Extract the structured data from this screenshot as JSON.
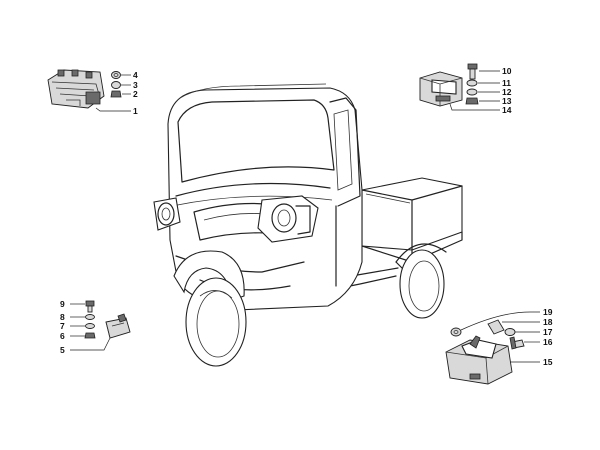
{
  "diagram": {
    "subject": "three-wheeler-vehicle-exploded-parts",
    "groups": [
      {
        "id": "top-left",
        "parts": [
          {
            "number": "4",
            "label": "4"
          },
          {
            "number": "3",
            "label": "3"
          },
          {
            "number": "2",
            "label": "2"
          },
          {
            "number": "1",
            "label": "1"
          }
        ]
      },
      {
        "id": "top-right",
        "parts": [
          {
            "number": "10",
            "label": "10"
          },
          {
            "number": "11",
            "label": "11"
          },
          {
            "number": "12",
            "label": "12"
          },
          {
            "number": "13",
            "label": "13"
          },
          {
            "number": "14",
            "label": "14"
          }
        ]
      },
      {
        "id": "bottom-left",
        "parts": [
          {
            "number": "9",
            "label": "9"
          },
          {
            "number": "8",
            "label": "8"
          },
          {
            "number": "7",
            "label": "7"
          },
          {
            "number": "6",
            "label": "6"
          },
          {
            "number": "5",
            "label": "5"
          }
        ]
      },
      {
        "id": "bottom-right",
        "parts": [
          {
            "number": "19",
            "label": "19"
          },
          {
            "number": "18",
            "label": "18"
          },
          {
            "number": "17",
            "label": "17"
          },
          {
            "number": "16",
            "label": "16"
          },
          {
            "number": "15",
            "label": "15"
          }
        ]
      }
    ]
  },
  "colors": {
    "line": "#222222",
    "part_fill": "#d9d9d9",
    "background": "#ffffff"
  }
}
